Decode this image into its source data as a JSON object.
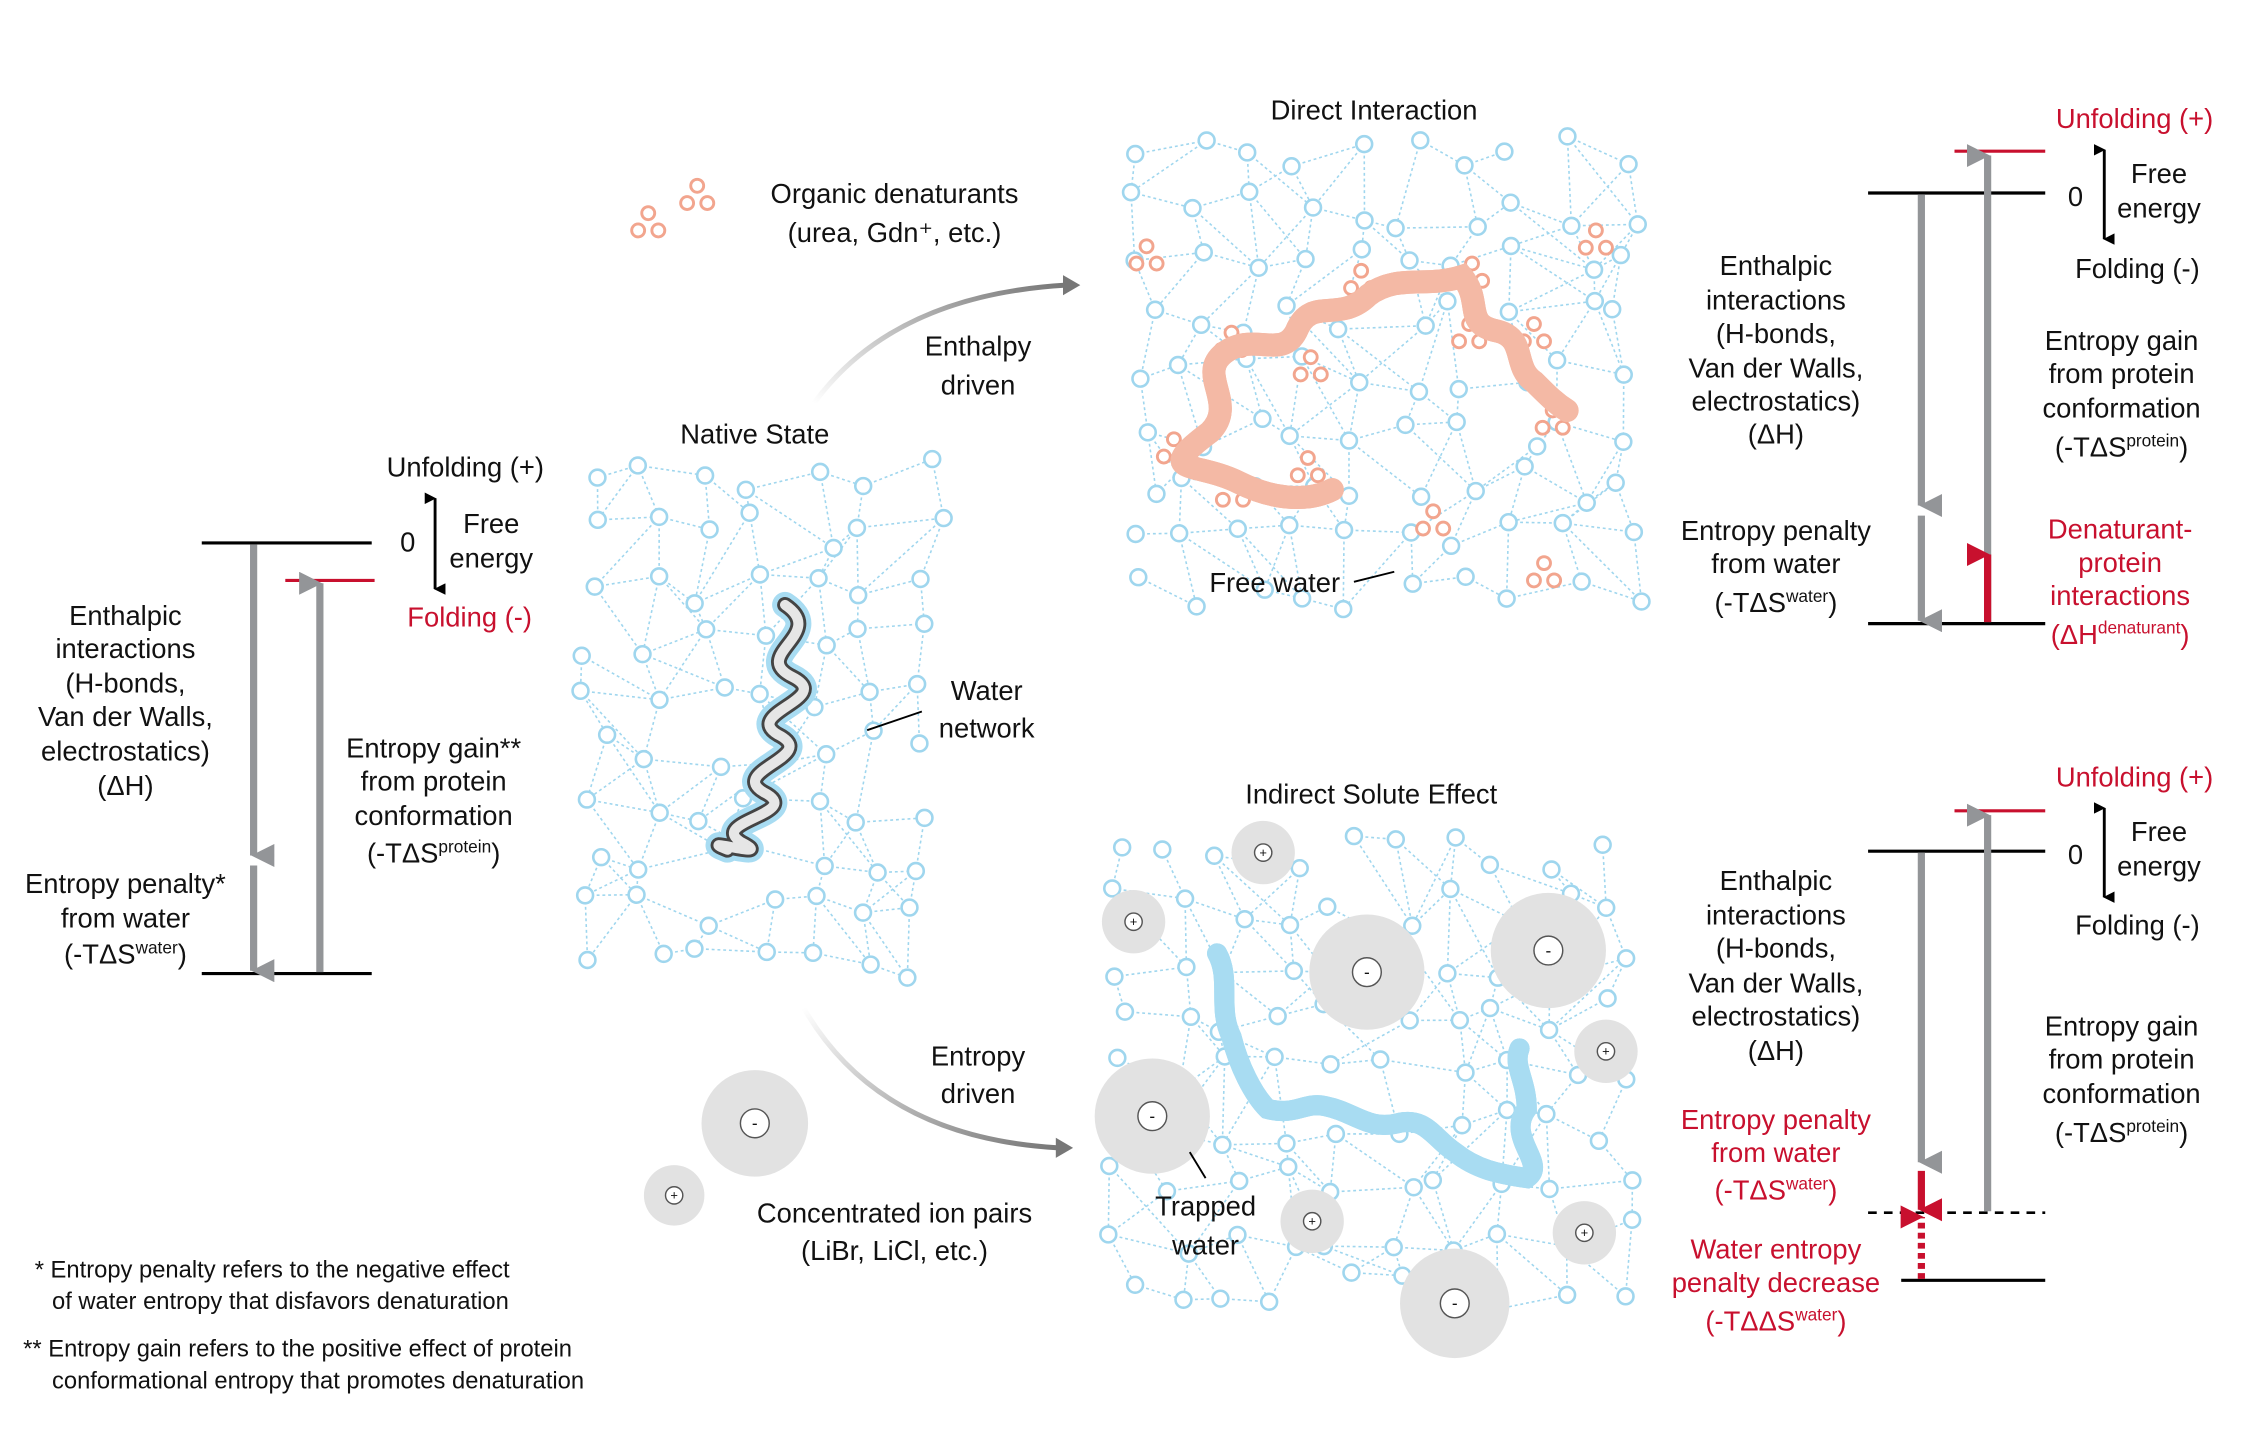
{
  "colors": {
    "red": "#c8102e",
    "gray_arrow": "#939598",
    "water": "#a8dcf2",
    "denaturant": "#f2a58e",
    "ion": "#e2e2e2"
  },
  "left_diagram": {
    "unfolding": "Unfolding (+)",
    "zero": "0",
    "free": "Free",
    "energy": "energy",
    "folding": "Folding (-)",
    "enthalpic": [
      "Enthalpic",
      "interactions",
      "(H-bonds,",
      "Van der Walls,",
      "electrostatics)",
      "(ΔH)"
    ],
    "penalty": [
      "Entropy penalty*",
      "from water"
    ],
    "penalty_sym": {
      "base": "(-TΔS",
      "sup": "water",
      "close": ")"
    },
    "gain": [
      "Entropy gain**",
      "from protein",
      "conformation"
    ],
    "gain_sym": {
      "base": "(-TΔS",
      "sup": "protein",
      "close": ")"
    }
  },
  "center": {
    "native_state": "Native State",
    "water_network": [
      "Water",
      "network"
    ],
    "denaturants": [
      "Organic denaturants",
      "(urea, Gdn⁺, etc.)"
    ],
    "enthalpy_driven": [
      "Enthalpy",
      "driven"
    ],
    "entropy_driven": [
      "Entropy",
      "driven"
    ],
    "ion_pairs": [
      "Concentrated ion pairs",
      "(LiBr, LiCl, etc.)"
    ],
    "direct_title": "Direct Interaction",
    "free_water": "Free water",
    "indirect_title": "Indirect Solute Effect",
    "trapped_water": [
      "Trapped",
      "water"
    ],
    "ion_minus": "-",
    "ion_plus": "+"
  },
  "top_right": {
    "unfolding": "Unfolding (+)",
    "zero": "0",
    "free": "Free",
    "energy": "energy",
    "folding": "Folding (-)",
    "enthalpic": [
      "Enthalpic",
      "interactions",
      "(H-bonds,",
      "Van der Walls,",
      "electrostatics)",
      "(ΔH)"
    ],
    "penalty": [
      "Entropy penalty",
      "from water"
    ],
    "penalty_sym": {
      "base": "(-TΔS",
      "sup": "water",
      "close": ")"
    },
    "gain": [
      "Entropy gain",
      "from protein",
      "conformation"
    ],
    "gain_sym": {
      "base": "(-TΔS",
      "sup": "protein",
      "close": ")"
    },
    "denaturant": [
      "Denaturant-",
      "protein",
      "interactions"
    ],
    "denaturant_sym": {
      "base": "(ΔH",
      "sup": "denaturant",
      "close": ")"
    }
  },
  "bottom_right": {
    "unfolding": "Unfolding (+)",
    "zero": "0",
    "free": "Free",
    "energy": "energy",
    "folding": "Folding (-)",
    "enthalpic": [
      "Enthalpic",
      "interactions",
      "(H-bonds,",
      "Van der Walls,",
      "electrostatics)",
      "(ΔH)"
    ],
    "penalty": [
      "Entropy penalty",
      "from water"
    ],
    "penalty_sym": {
      "base": "(-TΔS",
      "sup": "water",
      "close": ")"
    },
    "gain": [
      "Entropy gain",
      "from protein",
      "conformation"
    ],
    "gain_sym": {
      "base": "(-TΔS",
      "sup": "protein",
      "close": ")"
    },
    "decrease": [
      "Water entropy",
      "penalty decrease"
    ],
    "decrease_sym": {
      "base": "(-TΔΔS",
      "sup": "water",
      "close": ")"
    }
  },
  "footnotes": {
    "f1": [
      "* Entropy penalty refers to the negative effect",
      "of water entropy that disfavors denaturation"
    ],
    "f2": [
      "** Entropy gain refers to the positive effect of protein",
      "conformational entropy that promotes denaturation"
    ]
  }
}
